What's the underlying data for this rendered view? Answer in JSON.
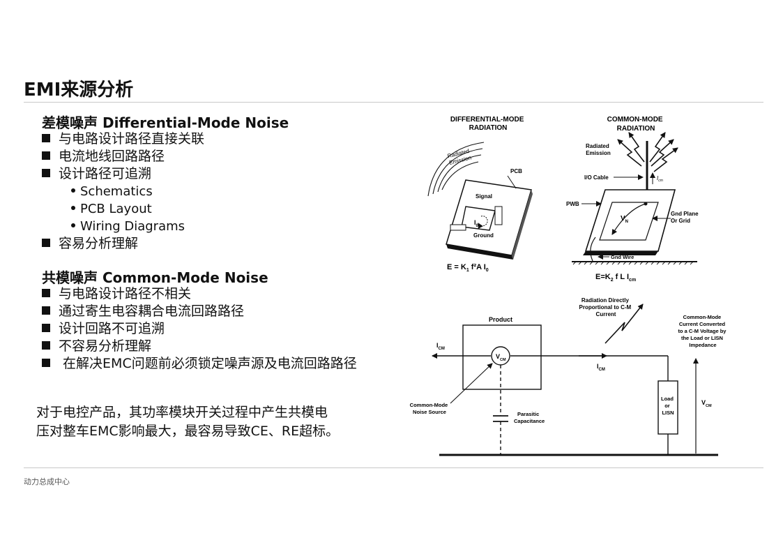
{
  "page_title": "EMI来源分析",
  "footer": "动力总成中心",
  "dm": {
    "heading": "差模噪声 Differential-Mode Noise",
    "bullets": [
      "与电路设计路径直接关联",
      "电流地线回路路径",
      "设计路径可追溯"
    ],
    "sub_bullets": [
      "Schematics",
      "PCB Layout",
      "Wiring Diagrams"
    ],
    "last_bullet": "容易分析理解"
  },
  "cm": {
    "heading": "共模噪声 Common-Mode Noise",
    "bullets": [
      "与电路设计路径不相关",
      "通过寄生电容耦合电流回路路径",
      "设计回路不可追溯",
      "不容易分析理解",
      " 在解决EMC问题前必须锁定噪声源及电流回路路径"
    ]
  },
  "summary": [
    "对于电控产品，其功率模块开关过程中产生共模电",
    "压对整车EMC影响最大，最容易导致CE、RE超标。"
  ],
  "diagram": {
    "dm_title": [
      "DIFFERENTIAL-MODE",
      "RADIATION"
    ],
    "cm_title": [
      "COMMON-MODE",
      "RADIATION"
    ],
    "radiated_emission": [
      "Radiated",
      "Emission"
    ],
    "pcb": "PCB",
    "signal": "Signal",
    "ground": "Ground",
    "i0": "I",
    "i0_sub": "0",
    "dm_eq": "E = K",
    "dm_eq_k_sub": "1",
    "dm_eq_rest": " f²A I",
    "dm_eq_i_sub": "0",
    "io_cable": "I/O Cable",
    "icm_small": "I",
    "icm_small_sub": "cm",
    "pwb": "PWB",
    "gnd_plane": [
      "Gnd Plane",
      "Or Grid"
    ],
    "vn": "V",
    "vn_sub": "N",
    "gnd_wire": "Gnd Wire",
    "cm_eq": "E=K",
    "cm_eq_k_sub": "2",
    "cm_eq_rest": " f L I",
    "cm_eq_i_sub": "cm",
    "radiation_note": [
      "Radiation Directly",
      "Proportional to C-M",
      "Current"
    ],
    "converted_note": [
      "Common-Mode",
      "Current Converted",
      "to a C-M Voltage by",
      "the Load or LISN",
      "Impedance"
    ],
    "product": "Product",
    "icm": "I",
    "icm_sub": "CM",
    "vcm": "V",
    "vcm_sub": "CM",
    "noise_source": [
      "Common-Mode",
      "Noise Source"
    ],
    "parasitic": [
      "Parasitic",
      "Capacitance"
    ],
    "load": [
      "Load",
      "or",
      "LISN"
    ]
  }
}
